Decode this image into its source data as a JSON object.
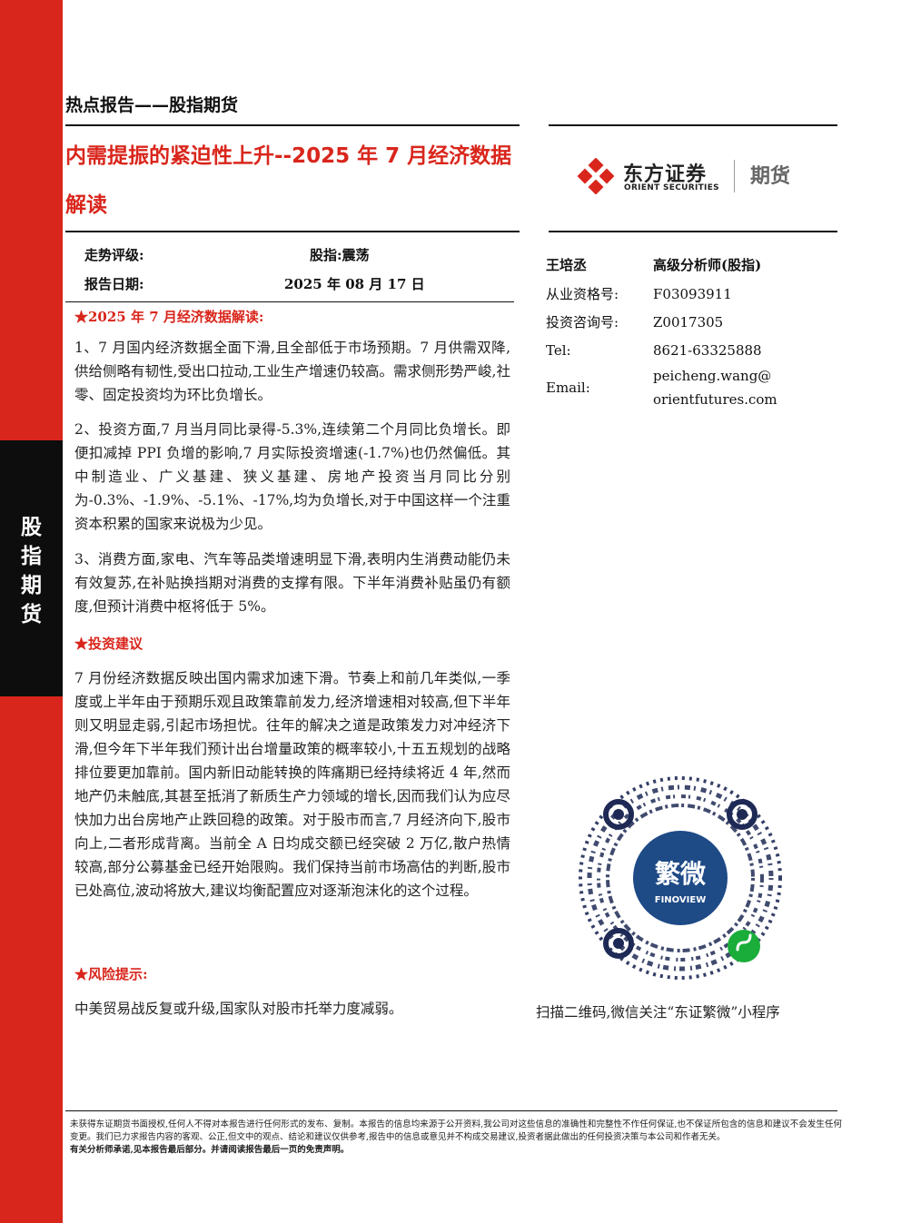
{
  "sidebar": {
    "chars": [
      "股",
      "指",
      "期",
      "货"
    ]
  },
  "header": {
    "report_type": "热点报告——股指期货",
    "title": "内需提振的紧迫性上升--2025 年 7 月经济数据解读"
  },
  "logo": {
    "cn": "东方证券",
    "en": "ORIENT SECURITIES",
    "division": "期货",
    "brand_color": "#d9261c"
  },
  "meta": {
    "rating_label": "走势评级:",
    "rating_value": "股指:震荡",
    "date_label": "报告日期:",
    "date_value": "2025 年 08 月 17 日"
  },
  "sections": {
    "s1_head": "★2025 年 7 月经济数据解读:",
    "s1_p1": "1、7 月国内经济数据全面下滑,且全部低于市场预期。7 月供需双降,供给侧略有韧性,受出口拉动,工业生产增速仍较高。需求侧形势严峻,社零、固定投资均为环比负增长。",
    "s1_p2": "2、投资方面,7 月当月同比录得-5.3%,连续第二个月同比负增长。即便扣减掉 PPI 负增的影响,7 月实际投资增速(-1.7%)也仍然偏低。其中制造业、广义基建、狭义基建、房地产投资当月同比分别为-0.3%、-1.9%、-5.1%、-17%,均为负增长,对于中国这样一个注重资本积累的国家来说极为少见。",
    "s1_p3": "3、消费方面,家电、汽车等品类增速明显下滑,表明内生消费动能仍未有效复苏,在补贴换挡期对消费的支撑有限。下半年消费补贴虽仍有额度,但预计消费中枢将低于 5%。",
    "s2_head": "★投资建议",
    "s2_p1": "7 月份经济数据反映出国内需求加速下滑。节奏上和前几年类似,一季度或上半年由于预期乐观且政策靠前发力,经济增速相对较高,但下半年则又明显走弱,引起市场担忧。往年的解决之道是政策发力对冲经济下滑,但今年下半年我们预计出台增量政策的概率较小,十五五规划的战略排位要更加靠前。国内新旧动能转换的阵痛期已经持续将近 4 年,然而地产仍未触底,其甚至抵消了新质生产力领域的增长,因而我们认为应尽快加力出台房地产止跌回稳的政策。对于股市而言,7 月经济向下,股市向上,二者形成背离。当前全 A 日均成交额已经突破 2 万亿,散户热情较高,部分公募基金已经开始限购。我们保持当前市场高估的判断,股市已处高位,波动将放大,建议均衡配置应对逐渐泡沫化的这个过程。",
    "s3_head": "★风险提示:",
    "s3_p1": "中美贸易战反复或升级,国家队对股市托举力度减弱。"
  },
  "author": {
    "name": "王培丞",
    "position": "高级分析师(股指)",
    "cert_label": "从业资格号:",
    "cert_value": "F03093911",
    "consult_label": "投资咨询号:",
    "consult_value": "Z0017305",
    "tel_label": "Tel:",
    "tel_value": "8621-63325888",
    "email_label": "Email:",
    "email_line1": "peicheng.wang@",
    "email_line2": "orientfutures.com"
  },
  "qr": {
    "badge_cn": "繁微",
    "badge_en": "FINOVIEW",
    "caption": "扫描二维码,微信关注“东证繁微”小程序"
  },
  "disclaimer": {
    "text": "未获得东证期货书面授权,任何人不得对本报告进行任何形式的发布、复制。本报告的信息均来源于公开资料,我公司对这些信息的准确性和完整性不作任何保证,也不保证所包含的信息和建议不会发生任何变更。我们已力求报告内容的客观、公正,但文中的观点、结论和建议仅供参考,报告中的信息或意见并不构成交易建议,投资者据此做出的任何投资决策与本公司和作者无关。",
    "bold": "有关分析师承诺,见本报告最后部分。并请阅读报告最后一页的免责声明。"
  }
}
